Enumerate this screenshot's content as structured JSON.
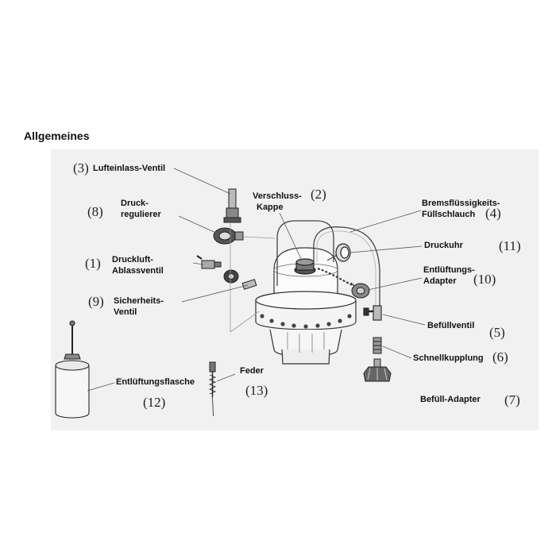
{
  "section_title": "Allgemeines",
  "parts": {
    "p1": {
      "number": "(1)",
      "name_line1": "Druckluft-",
      "name_line2": "Ablassventil",
      "icon": "drain-valve-icon"
    },
    "p2": {
      "number": "(2)",
      "name_line1": "Verschluss-",
      "name_line2": "Kappe",
      "icon": "cap-icon"
    },
    "p3": {
      "number": "(3)",
      "name_line1": "Lufteinlass-Ventil",
      "icon": "inlet-valve-icon"
    },
    "p4": {
      "number": "(4)",
      "name_line1": "Bremsflüssigkeits-",
      "name_line2": "Füllschlauch",
      "icon": "hose-icon"
    },
    "p5": {
      "number": "(5)",
      "name_line1": "Befüllventil",
      "icon": "fill-valve-icon"
    },
    "p6": {
      "number": "(6)",
      "name_line1": "Schnellkupplung",
      "icon": "quick-coupling-icon"
    },
    "p7": {
      "number": "(7)",
      "name_line1": "Befüll-Adapter",
      "icon": "fill-adapter-icon"
    },
    "p8": {
      "number": "(8)",
      "name_line1": "Druck-",
      "name_line2": "regulierer",
      "icon": "pressure-regulator-icon"
    },
    "p9": {
      "number": "(9)",
      "name_line1": "Sicherheits-",
      "name_line2": "Ventil",
      "icon": "safety-valve-icon"
    },
    "p10": {
      "number": "(10)",
      "name_line1": "Entlüftungs-",
      "name_line2": "Adapter",
      "icon": "bleed-adapter-icon"
    },
    "p11": {
      "number": "(11)",
      "name_line1": "Druckuhr",
      "icon": "pressure-gauge-icon"
    },
    "p12": {
      "number": "(12)",
      "name_line1": "Entlüftungsflasche",
      "icon": "bleed-bottle-icon"
    },
    "p13": {
      "number": "(13)",
      "name_line1": "Feder",
      "icon": "spring-icon"
    }
  }
}
